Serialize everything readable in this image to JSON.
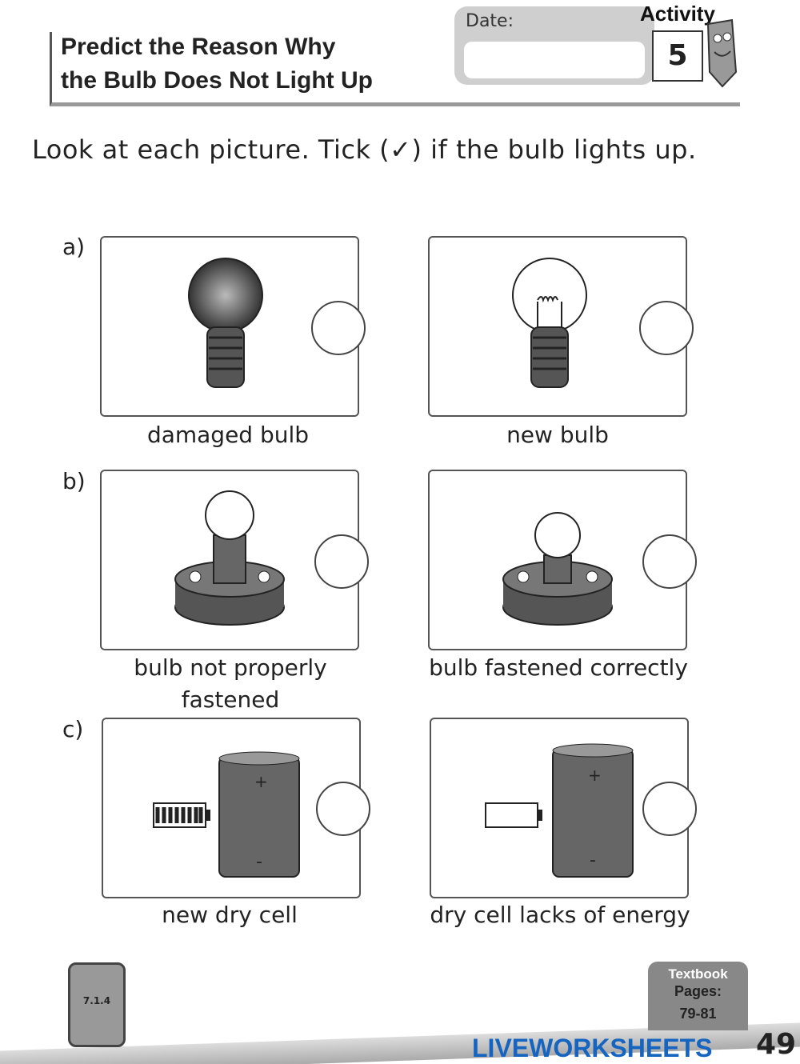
{
  "header": {
    "title_line1": "Predict the Reason Why",
    "title_line2": "the Bulb Does Not Light Up",
    "date_label": "Date:",
    "date_value": "",
    "activity_word": "Activity",
    "activity_number": "5"
  },
  "instruction": "Look at each picture. Tick (✓) if the bulb lights up.",
  "questions": [
    {
      "label": "a)",
      "options": [
        {
          "caption": "damaged bulb",
          "icon": "damaged-bulb-icon",
          "checked": false
        },
        {
          "caption": "new bulb",
          "icon": "new-bulb-icon",
          "checked": false
        }
      ]
    },
    {
      "label": "b)",
      "options": [
        {
          "caption": "bulb not properly fastened",
          "icon": "loose-bulb-holder-icon",
          "checked": false
        },
        {
          "caption": "bulb fastened correctly",
          "icon": "fastened-bulb-holder-icon",
          "checked": false
        }
      ]
    },
    {
      "label": "c)",
      "options": [
        {
          "caption": "new dry cell",
          "icon": "full-battery-icon",
          "checked": false
        },
        {
          "caption": "dry cell lacks of energy",
          "icon": "empty-battery-icon",
          "checked": false
        }
      ]
    }
  ],
  "footer": {
    "code": "7.1.4",
    "textbook_label": "Textbook",
    "pages_label": "Pages:",
    "pages": "79-81",
    "page_number": "49",
    "watermark": "LIVEWORKSHEETS"
  }
}
